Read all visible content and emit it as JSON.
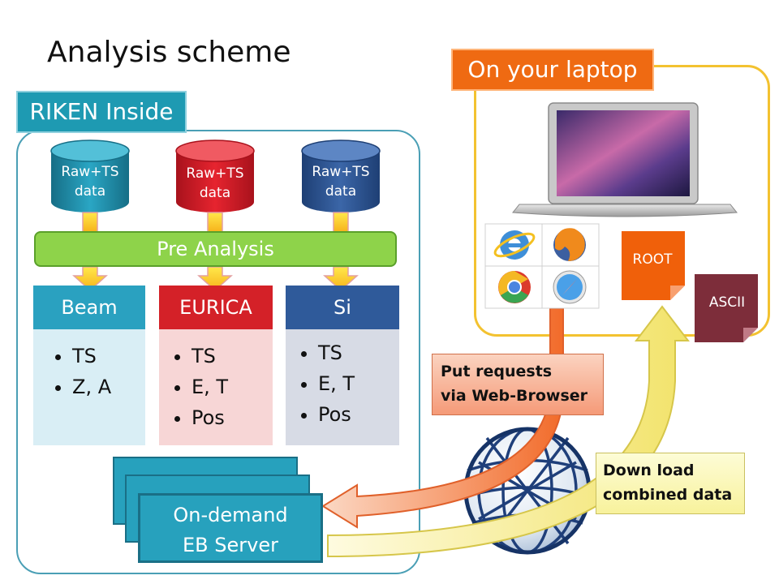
{
  "title": "Analysis scheme",
  "riken": {
    "label": "RIKEN Inside",
    "databases": [
      {
        "line1": "Raw+TS",
        "line2": "data",
        "color": "#1e8ca8"
      },
      {
        "line1": "Raw+TS",
        "line2": "data",
        "color": "#d81e2a"
      },
      {
        "line1": "Raw+TS",
        "line2": "data",
        "color": "#2f5a9a"
      }
    ],
    "pre_analysis": "Pre Analysis",
    "detectors": [
      {
        "name": "Beam",
        "head_color": "#2aa1c0",
        "body_color": "#d9eef5",
        "items": [
          "TS",
          "Z, A"
        ]
      },
      {
        "name": "EURICA",
        "head_color": "#d42128",
        "body_color": "#f7d6d6",
        "items": [
          "TS",
          "E, T",
          "Pos"
        ]
      },
      {
        "name": "Si",
        "head_color": "#2f5a9a",
        "body_color": "#d7dbe5",
        "items": [
          "TS",
          "E, T",
          "Pos"
        ]
      }
    ],
    "server": {
      "line1": "On-demand",
      "line2": "EB Server"
    }
  },
  "laptop": {
    "label": "On your laptop",
    "browsers": [
      "internet-explorer-icon",
      "firefox-icon",
      "chrome-icon",
      "safari-icon"
    ],
    "files": {
      "root": "ROOT",
      "ascii": "ASCII"
    }
  },
  "requests": {
    "line1": "Put requests",
    "line2": "via Web-Browser"
  },
  "download": {
    "line1": "Down load",
    "line2": "combined data"
  }
}
